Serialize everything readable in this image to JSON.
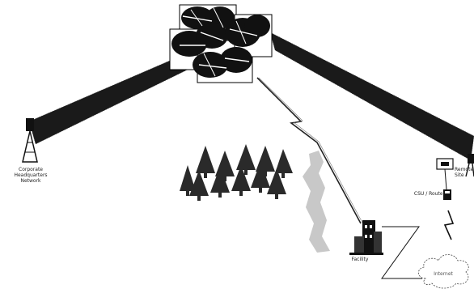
{
  "labels": {
    "left_station": "Corporate\nHeadquarters Network",
    "center_site": "Facility",
    "right_device": "CSU / Router",
    "right_station": "Remote\nSite",
    "cloud": "Internet"
  },
  "colors": {
    "beam": "#1a1a1a",
    "dish_dark": "#111111",
    "tree": "#2a2a2a",
    "river": "#c8c8c8",
    "bolt": "#222222"
  },
  "icons": [
    "satellite-array-icon",
    "antenna-tower-icon",
    "tree-icon",
    "lightning-bolt-icon",
    "building-icon",
    "router-icon",
    "cloud-icon"
  ]
}
